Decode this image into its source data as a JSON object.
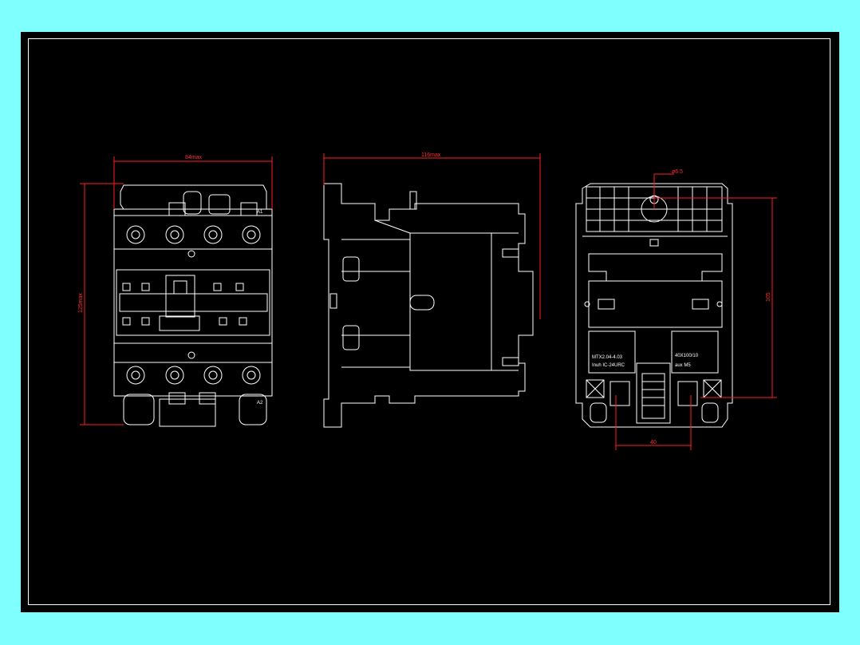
{
  "colors": {
    "background": "#80FFFF",
    "sheet": "#000000",
    "lines": "#FFFFFF",
    "dimensions": "#FF2020"
  },
  "front_view": {
    "width_dim": "84max",
    "height_dim": "125max",
    "terminal_top": "A1",
    "terminal_bottom": "A2"
  },
  "side_view": {
    "depth_dim": "116max"
  },
  "rear_view": {
    "hole_dim": "ø6.5",
    "height_dim": "105",
    "width_dim": "40",
    "label_left_1": "MTX2.04-4.03",
    "label_left_2": "Inuh   IC-24URC",
    "label_right_1": "40X100/10",
    "label_right_2": "aux    M5"
  }
}
